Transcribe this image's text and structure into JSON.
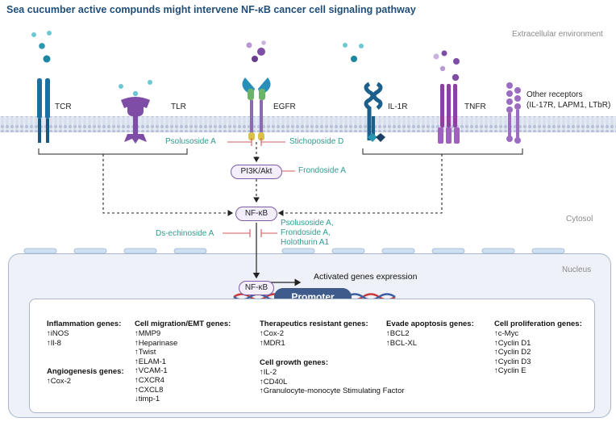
{
  "title": "Sea cucumber active compunds might intervene NF-κB cancer cell signaling pathway",
  "regions": {
    "extracellular": "Extracellular environment",
    "cytosol": "Cytosol",
    "nucleus": "Nucleus"
  },
  "receptors": {
    "tcr": "TCR",
    "tlr": "TLR",
    "egfr": "EGFR",
    "il1r": "IL-1R",
    "tnfr": "TNFR",
    "other_line1": "Other receptors",
    "other_line2": "(IL-17R, LAPM1, LTbR)"
  },
  "nodes": {
    "pi3k": "PI3K/Akt",
    "nfkb": "NF-κB",
    "nfkb_nuclear": "NF-κB",
    "promoter": "Promoter",
    "activated": "Activated genes expression"
  },
  "compounds": {
    "psolusoside_a": "Psolusoside A",
    "stichoposide_d": "Stichoposide D",
    "frondoside_a": "Frondoside A",
    "ds_echinoside_a": "Ds-echinoside A",
    "multi_line1": "Psolusoside A,",
    "multi_line2": "Frondoside A,",
    "multi_line3": "Holothurin A1"
  },
  "gene_groups": {
    "inflammation": {
      "title": "Inflammation genes:",
      "items": [
        "↑iNOS",
        "↑Il-8"
      ]
    },
    "angiogenesis": {
      "title": "Angiogenesis genes:",
      "items": [
        "↑Cox-2"
      ]
    },
    "migration": {
      "title": "Cell migration/EMT genes:",
      "items": [
        "↑MMP9",
        "↑Heparinase",
        "↑Twist",
        "↑ELAM-1",
        "↑VCAM-1",
        "↑CXCR4",
        "↑CXCL8",
        "↓timp-1"
      ]
    },
    "therapeutics": {
      "title": "Therapeutics resistant genes:",
      "items": [
        "↑Cox-2",
        "↑MDR1"
      ]
    },
    "growth": {
      "title": "Cell growth genes:",
      "items": [
        "↑IL-2",
        "↑CD40L",
        "↑Granulocyte-monocyte Stimulating Factor"
      ]
    },
    "apoptosis": {
      "title": "Evade apoptosis genes:",
      "items": [
        "↑BCL2",
        "↑BCL-XL"
      ]
    },
    "proliferation": {
      "title": "Cell proliferation genes:",
      "items": [
        "↑c-Myc",
        "↑Cyclin D1",
        "↑Cyclin D2",
        "↑Cyclin D3",
        "↑Cyclin E"
      ]
    }
  },
  "colors": {
    "title": "#1f4e79",
    "receptor_blue": "#1d6fa0",
    "receptor_purple": "#7e4ea6",
    "inhibitor_red": "#d65a5a",
    "compound_green": "#2a9d8f",
    "membrane": "#c9d3e6"
  }
}
